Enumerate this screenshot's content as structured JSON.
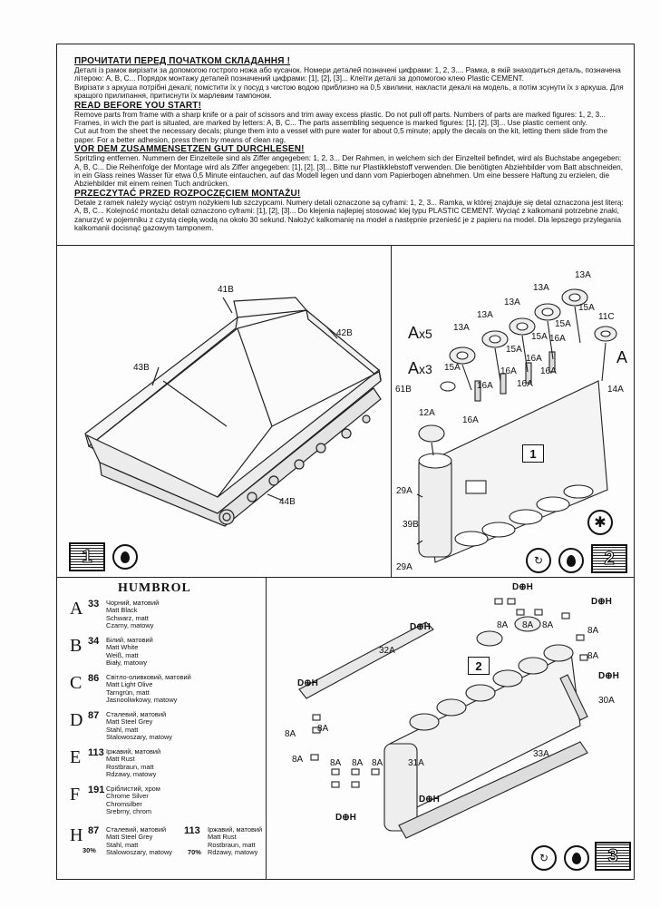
{
  "instructions": {
    "ua_title": "ПРОЧИТАТИ ПЕРЕД ПОЧАТКОМ СКЛАДАННЯ !",
    "ua_text": "Деталі із рамок вирізати за допомогою гострого ножа або кусачок. Номери деталей позначені цифрами: 1, 2, 3.... Рамка, в якій знаходиться деталь, позначена літерою: A, B, C... Порядок монтажу деталей позначений цифрами: [1], [2], [3]... Клеїти деталі за допомогою клею Plastic CEMENT.",
    "ua_text2": "Вирізати з аркуша потрібні декалі; помістити їх у посуд з чистою водою приблизно на 0,5 хвилини, накласти декалі на модель, а потім зсунути їх з аркуша. Для кращого прилипання, притиснути їх марлевим тампоном.",
    "en_title": "READ BEFORE YOU START!",
    "en_text": "Remove parts from frame with a sharp knife or a pair of scissors and trim away excess plastic. Do not pull off parts. Numbers of parts are marked figures: 1, 2, 3... Frames, in wich the part is situated, are marked by letters: A, B, C... The parts assembling sequence is marked figures: [1], [2], [3]... Use plastic cement only.",
    "en_text2": "Cut aut from the sheet the necessary decals; plunge them into a vessel with pure water for about 0,5 minute; apply the decals on the kit, letting them slide from the paper. For a better adhesion, press them by means of clean rag.",
    "de_title": "VOR DEM ZUSAMMENSETZEN GUT DURCHLESEN!",
    "de_text": "Spritzling entfernen. Nummern der Einzelteile sind als Ziffer angegeben: 1, 2, 3... Der Rahmen, in welchem sich der Einzelteil befindet, wird als Buchstabe angegeben: A, B, C... Die Reihenfolge der Montage wird als Ziffer angegeben: [1], [2], [3]... Bitte nur Plastikklebstoff verwenden. Die benötigten Abziehbilder vom Batt abschneiden, in ein Glass reines Wasser für etwa 0,5 Minute eintauchen, auf das Modell legen und dann vom Papierbogen abnehmen. Um eine bessere Haftung zu erzielen, die Abziehbilder mit einem reinen Tuch andrücken.",
    "pl_title": "PRZECZYTAĆ PRZED ROZPOCZĘCIEM MONTAŻU!",
    "pl_text": "Detale z ramek należy wyciąć ostrym nożykiem lub szczypcami. Numery detali oznaczone są cyframi: 1, 2, 3... Ramka, w której znajduje się detal oznaczona jest literą: A, B, C... Kolejność montażu detali oznaczono cyframi: [1], [2], [3]... Do klejenia najlepiej stosować klej typu PLASTIC CEMENT. Wyciąć z kalkomanii potrzebne znaki, zanurzyć w pojemniku z czystą ciepłą wodą na około 30 sekund. Nałożyć kalkomanię na model a następnie przenieść je z papieru na model. Dla lepszego przylegania kalkomanii docisnąć gazowym tamponem."
  },
  "step1": {
    "number": "1",
    "labels": {
      "p41b": "41B",
      "p42b": "42B",
      "p43b": "43B",
      "p44b": "44B"
    }
  },
  "step2": {
    "number": "2",
    "inner_ref": "1",
    "labels": {
      "ax5": "A",
      "ax5m": "x5",
      "ax3": "A",
      "ax3m": "x3",
      "a13_1": "13A",
      "a13_2": "13A",
      "a13_3": "13A",
      "a13_4": "13A",
      "a13_5": "13A",
      "a15_1": "15A",
      "a15_2": "15A",
      "a15_3": "15A",
      "a15_4": "15A",
      "a15_5": "15A",
      "a16_1": "16A",
      "a16_2": "16A",
      "a16_3": "16A",
      "a16_4": "16A",
      "a16_5": "16A",
      "a16_6": "16A",
      "a16_7": "16A",
      "c11": "11C",
      "a14": "14A",
      "bigA": "A",
      "b61": "61B",
      "a12": "12A",
      "a29_1": "29A",
      "a29_2": "29A",
      "b39": "39B"
    }
  },
  "humbrol": {
    "title": "HUMBROL",
    "colors": [
      {
        "letter": "A",
        "num": "33",
        "names": [
          "Чорний, матовий",
          "Matt Black",
          "Schwarz, matt",
          "Czarny, matowy"
        ]
      },
      {
        "letter": "B",
        "num": "34",
        "names": [
          "Білий, матовий",
          "Matt White",
          "Weiß, matt",
          "Biały, matowy"
        ]
      },
      {
        "letter": "C",
        "num": "86",
        "names": [
          "Світло-оливковий, матовий",
          "Matt Light Olive",
          "Tarngrün, matt",
          "Jasnooliwkowy, matowy"
        ]
      },
      {
        "letter": "D",
        "num": "87",
        "names": [
          "Сталевий, матовий",
          "Matt Steel Grey",
          "Stahl, matt",
          "Stalowoszary, matowy"
        ]
      },
      {
        "letter": "E",
        "num": "113",
        "names": [
          "Іржавий, матовий",
          "Matt Rust",
          "Rostbraun, matt",
          "Rdzawy, matowy"
        ]
      },
      {
        "letter": "F",
        "num": "191",
        "names": [
          "Сріблистий, хром",
          "Chrome Silver",
          "Chromsilber",
          "Srebrny, chrom"
        ]
      }
    ],
    "mix": {
      "letter": "H",
      "a_num": "87",
      "a_names": [
        "Сталевий, матовий",
        "Matt Steel Grey",
        "Stahl, matt",
        "Stalowoszary, matowy"
      ],
      "a_pct": "30%",
      "b_num": "113",
      "b_names": [
        "Іржавий, матовий",
        "Matt Rust",
        "Rostbraun, matt",
        "Rdzawy, matowy"
      ],
      "b_pct": "70%"
    }
  },
  "step3": {
    "number": "3",
    "inner_ref": "2",
    "labels": {
      "a32": "32A",
      "a33": "33A",
      "a30": "30A",
      "a31": "31A",
      "dh": "D⊕H",
      "a8": "8A"
    }
  }
}
